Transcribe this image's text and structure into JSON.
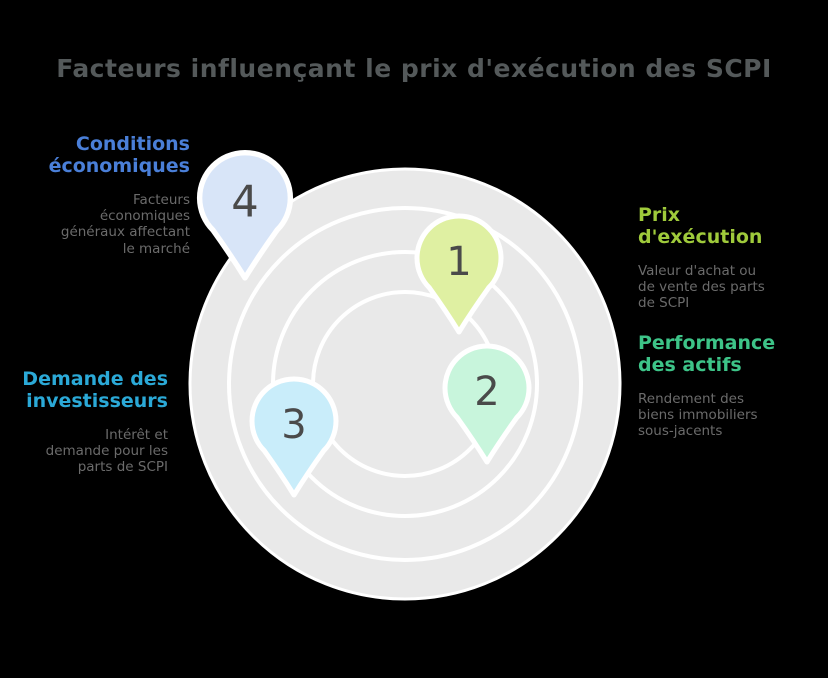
{
  "title": "Facteurs influençant le prix d'exécution des SCPI",
  "colors": {
    "background": "#000000",
    "title_text": "#54595a",
    "description_text": "#6b6b6b",
    "pin_number_text": "#4a4a4a",
    "circle_fill": "#e9e9e9",
    "ring_stroke": "#ffffff",
    "pin_border": "#ffffff"
  },
  "sections": [
    {
      "id": "prix-dexecution",
      "title_lines": [
        "Prix",
        "d'exécution"
      ],
      "color": "#9fca3b",
      "description_lines": [
        "Valeur d'achat ou",
        "de vente des parts",
        "de SCPI"
      ],
      "pin": {
        "number": "1",
        "fill": "#dff0a2"
      }
    },
    {
      "id": "performance-des-actifs",
      "title_lines": [
        "Performance",
        "des actifs"
      ],
      "color": "#3dc488",
      "description_lines": [
        "Rendement des",
        "biens immobiliers",
        "sous-jacents"
      ],
      "pin": {
        "number": "2",
        "fill": "#c8f5dc"
      }
    },
    {
      "id": "demande-des-investisseurs",
      "title_lines": [
        "Demande des",
        "investisseurs"
      ],
      "color": "#2ba9d7",
      "description_lines": [
        "Intérêt et",
        "demande pour les",
        "parts de SCPI"
      ],
      "pin": {
        "number": "3",
        "fill": "#c9edfa"
      }
    },
    {
      "id": "conditions-economiques",
      "title_lines": [
        "Conditions",
        "économiques"
      ],
      "color": "#4a7fd8",
      "description_lines": [
        "Facteurs",
        "économiques",
        "généraux affectant",
        "le marché"
      ],
      "pin": {
        "number": "4",
        "fill": "#d8e5f8"
      }
    }
  ]
}
